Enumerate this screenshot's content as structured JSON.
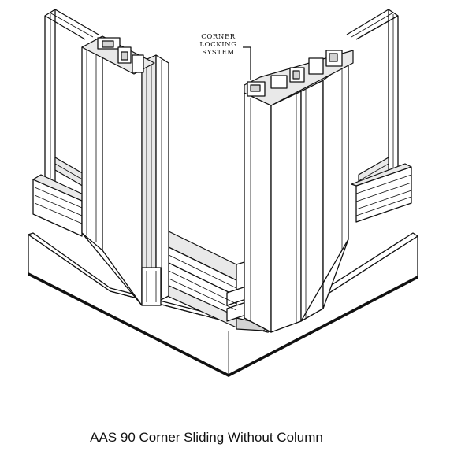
{
  "callout": {
    "lines": [
      "CORNER",
      "LOCKING",
      "SYSTEM"
    ]
  },
  "caption": "AAS 90 Corner Sliding Without Column"
}
